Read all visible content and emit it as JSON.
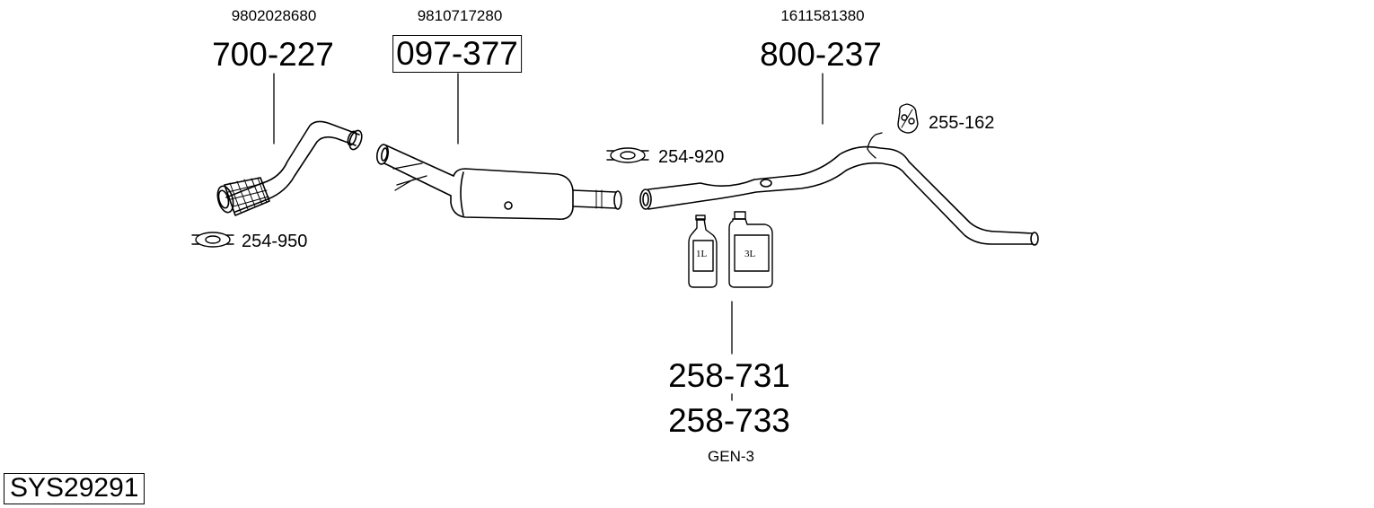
{
  "diagram": {
    "system_code": "SYS29291",
    "parts": [
      {
        "oem": "9802028680",
        "number": "700-227"
      },
      {
        "oem": "9810717280",
        "number": "097-377"
      },
      {
        "oem": "1611581380",
        "number": "800-237"
      }
    ],
    "accessories": [
      {
        "number": "254-950"
      },
      {
        "number": "254-920"
      },
      {
        "number": "255-162"
      }
    ],
    "fluid": {
      "numbers": [
        "258-731",
        "258-733"
      ],
      "spec": "GEN-3",
      "bottle_labels": [
        "1L",
        "3L"
      ]
    }
  }
}
